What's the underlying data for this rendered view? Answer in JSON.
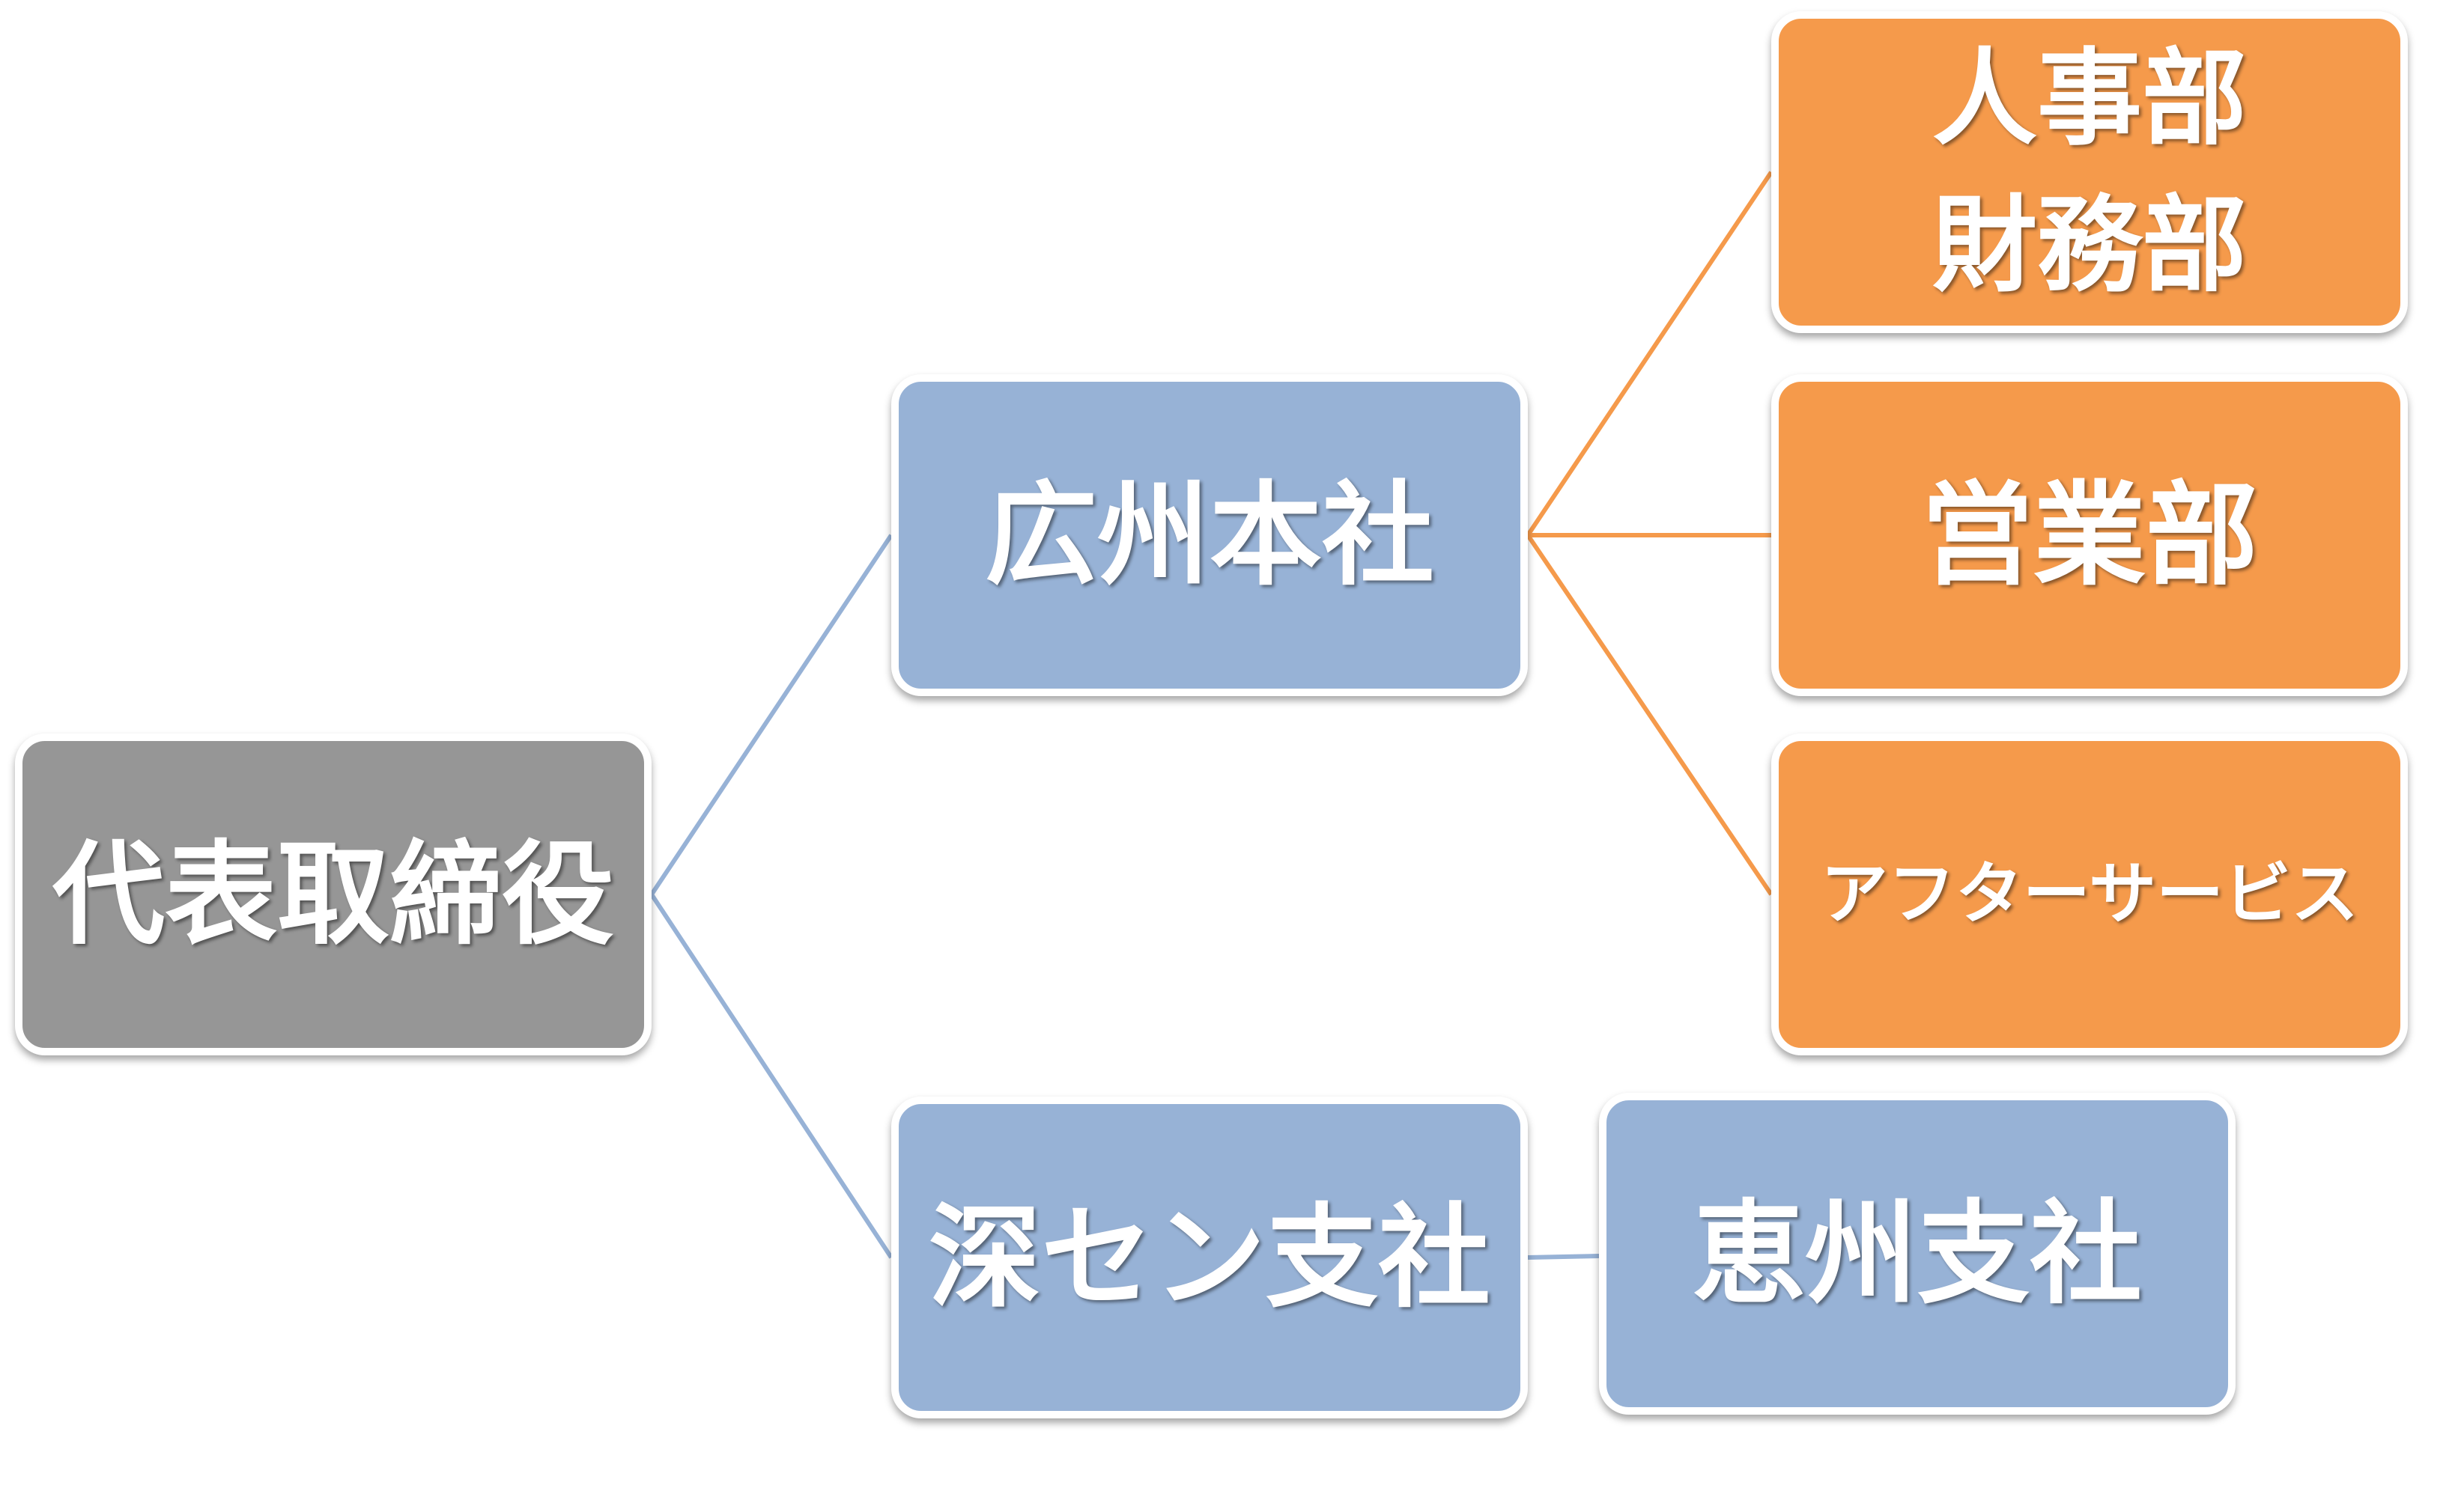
{
  "nodes": {
    "root": {
      "label": "代表取締役",
      "color": "#969696"
    },
    "guangzhou": {
      "label": "広州本社",
      "color": "#97b2d6"
    },
    "shenzhen": {
      "label": "深セン支社",
      "color": "#97b2d6"
    },
    "huizhou": {
      "label": "恵州支社",
      "color": "#97b2d6"
    },
    "hr_finance": {
      "lines": [
        "人事部",
        "財務部"
      ],
      "color": "#f59a4b"
    },
    "sales": {
      "label": "営業部",
      "color": "#f59a4b"
    },
    "after_service": {
      "label": "アフターサービス",
      "color": "#f59a4b"
    }
  },
  "connector_colors": {
    "blue": "#97b2d6",
    "orange": "#f59a4b"
  }
}
